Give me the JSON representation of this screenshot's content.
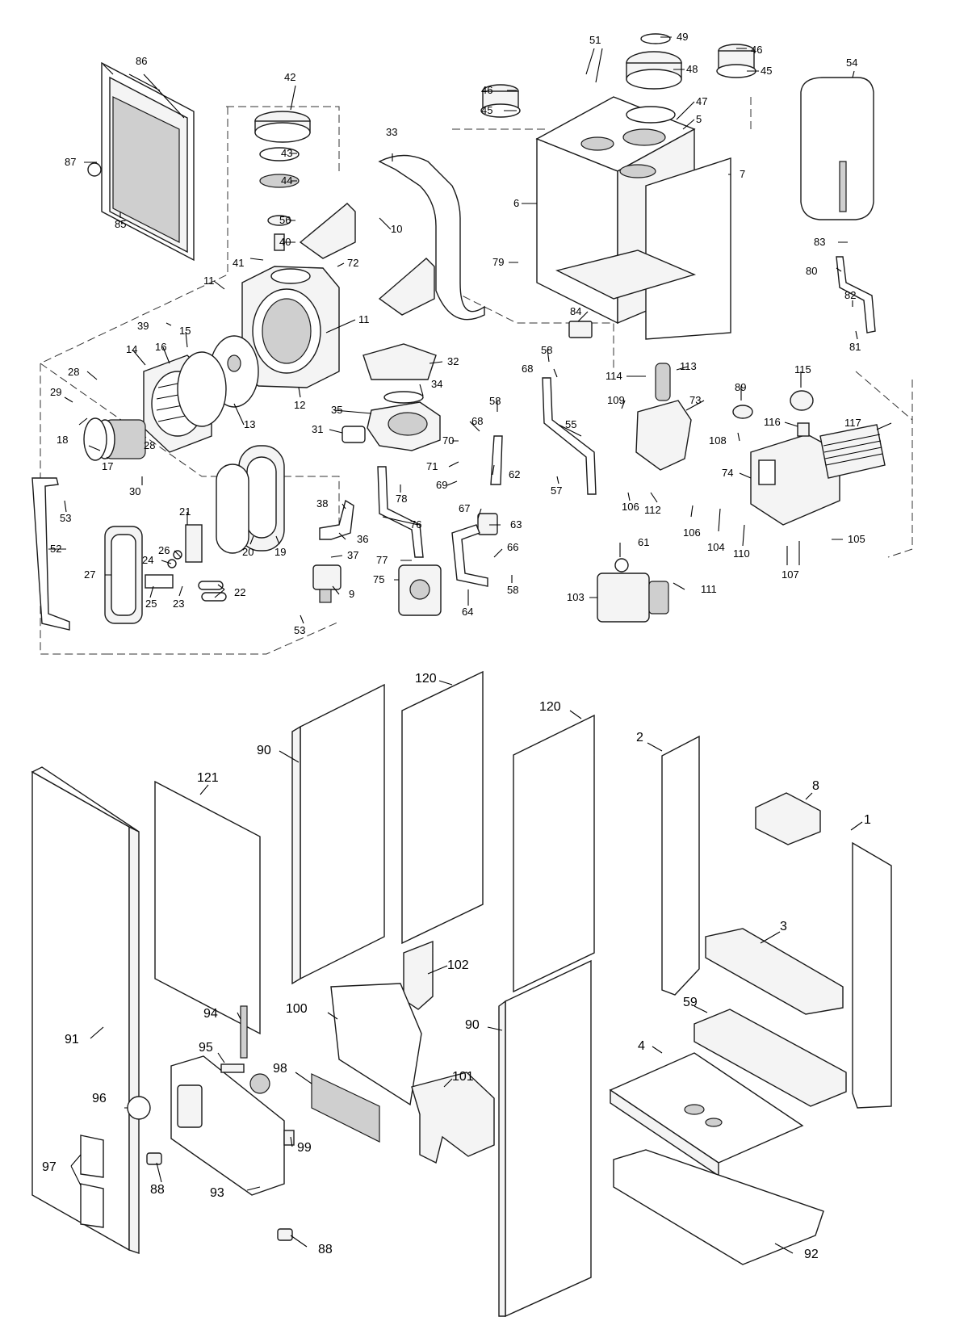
{
  "callouts_top": [
    "86",
    "42",
    "51",
    "49",
    "46",
    "48",
    "45",
    "54",
    "87",
    "43",
    "33",
    "46",
    "47",
    "45",
    "5",
    "44",
    "6",
    "7",
    "56",
    "10",
    "85",
    "40",
    "41",
    "72",
    "79",
    "83",
    "80",
    "11",
    "82",
    "39",
    "11",
    "84",
    "15",
    "81",
    "14",
    "16",
    "28",
    "32",
    "58",
    "113",
    "115",
    "114",
    "68",
    "89",
    "34",
    "29",
    "73",
    "109",
    "12",
    "117",
    "58",
    "35",
    "13",
    "68",
    "116",
    "108",
    "31",
    "70",
    "28",
    "18",
    "17",
    "55",
    "74",
    "71",
    "62",
    "57",
    "30",
    "69",
    "78",
    "38",
    "53",
    "106",
    "21",
    "76",
    "67",
    "112",
    "63",
    "52",
    "26",
    "36",
    "106",
    "104",
    "105",
    "24",
    "20",
    "19",
    "61",
    "110",
    "27",
    "22",
    "37",
    "66",
    "107",
    "77",
    "25",
    "23",
    "111",
    "75",
    "9",
    "103",
    "53",
    "58",
    "64"
  ],
  "callouts_bottom": [
    "120",
    "120",
    "90",
    "121",
    "2",
    "8",
    "1",
    "91",
    "3",
    "102",
    "100",
    "94",
    "90",
    "59",
    "95",
    "4",
    "98",
    "101",
    "96",
    "99",
    "97",
    "88",
    "93",
    "88",
    "92"
  ]
}
